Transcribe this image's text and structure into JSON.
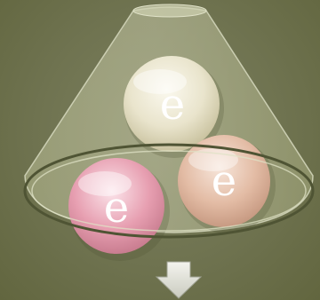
{
  "diagram": {
    "balls": [
      {
        "id": "top",
        "label": "e",
        "color": "#ece7d2"
      },
      {
        "id": "right",
        "label": "e",
        "color": "#e6c2ac"
      },
      {
        "id": "left",
        "label": "e",
        "color": "#e7a3b3"
      }
    ],
    "colors": {
      "background": "#6f7350",
      "funnel_fill": "#c6c9a6",
      "rim_stroke": "#4f5434",
      "arrow_fill": "#e8e8e0"
    },
    "icons": {
      "arrow": "down-arrow-icon"
    }
  }
}
